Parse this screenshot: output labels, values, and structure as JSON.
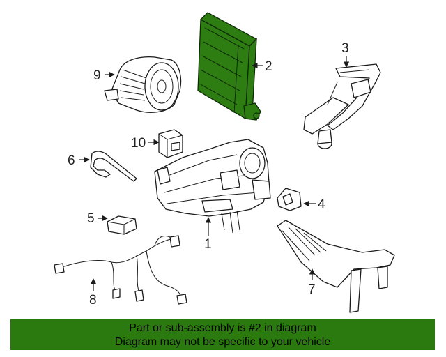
{
  "callouts": {
    "c1": "1",
    "c2": "2",
    "c3": "3",
    "c4": "4",
    "c5": "5",
    "c6": "6",
    "c7": "7",
    "c8": "8",
    "c9": "9",
    "c10": "10"
  },
  "highlight_color": "#2a7a10",
  "footer": {
    "line1": "Part or sub-assembly is #2 in diagram",
    "line2": "Diagram may not be specific to your vehicle"
  }
}
